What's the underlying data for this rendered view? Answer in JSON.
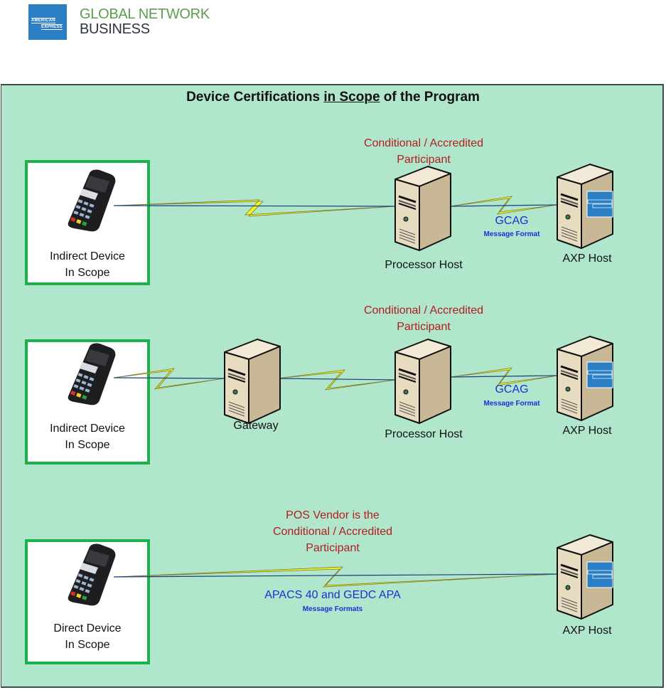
{
  "header": {
    "logo_box_line1": "AMERICAN",
    "logo_box_line2": "EXPRESS",
    "logo_line1": "GLOBAL NETWORK",
    "logo_line2": "BUSINESS"
  },
  "diagram": {
    "title_pre": "Device Certifications ",
    "title_underlined": "in Scope",
    "title_post": " of the Program",
    "rows": [
      {
        "device": {
          "label_line1": "Indirect Device",
          "label_line2": "In Scope"
        },
        "participant_line1": "Conditional / Accredited",
        "participant_line2": "Participant",
        "processor_label": "Processor Host",
        "protocol": "GCAG",
        "protocol_sub": "Message Format",
        "axp_label": "AXP Host"
      },
      {
        "device": {
          "label_line1": "Indirect Device",
          "label_line2": "In Scope"
        },
        "gateway_label": "Gateway",
        "participant_line1": "Conditional / Accredited",
        "participant_line2": "Participant",
        "processor_label": "Processor Host",
        "protocol": "GCAG",
        "protocol_sub": "Message Format",
        "axp_label": "AXP Host"
      },
      {
        "device": {
          "label_line1": "Direct Device",
          "label_line2": "In Scope"
        },
        "participant_line1": "POS Vendor is the",
        "participant_line2": "Conditional / Accredited",
        "participant_line3": "Participant",
        "protocol": "APACS 40 and GEDC APA",
        "protocol_sub": "Message Formats",
        "axp_label": "AXP Host"
      }
    ]
  },
  "colors": {
    "panel_bg": "#b0e6cc",
    "device_border": "#19b24b",
    "participant_text": "#b21e1e",
    "protocol_text": "#1a2fd6",
    "bolt_fill": "#f5f51e",
    "amex_blue": "#2a7fc4"
  }
}
